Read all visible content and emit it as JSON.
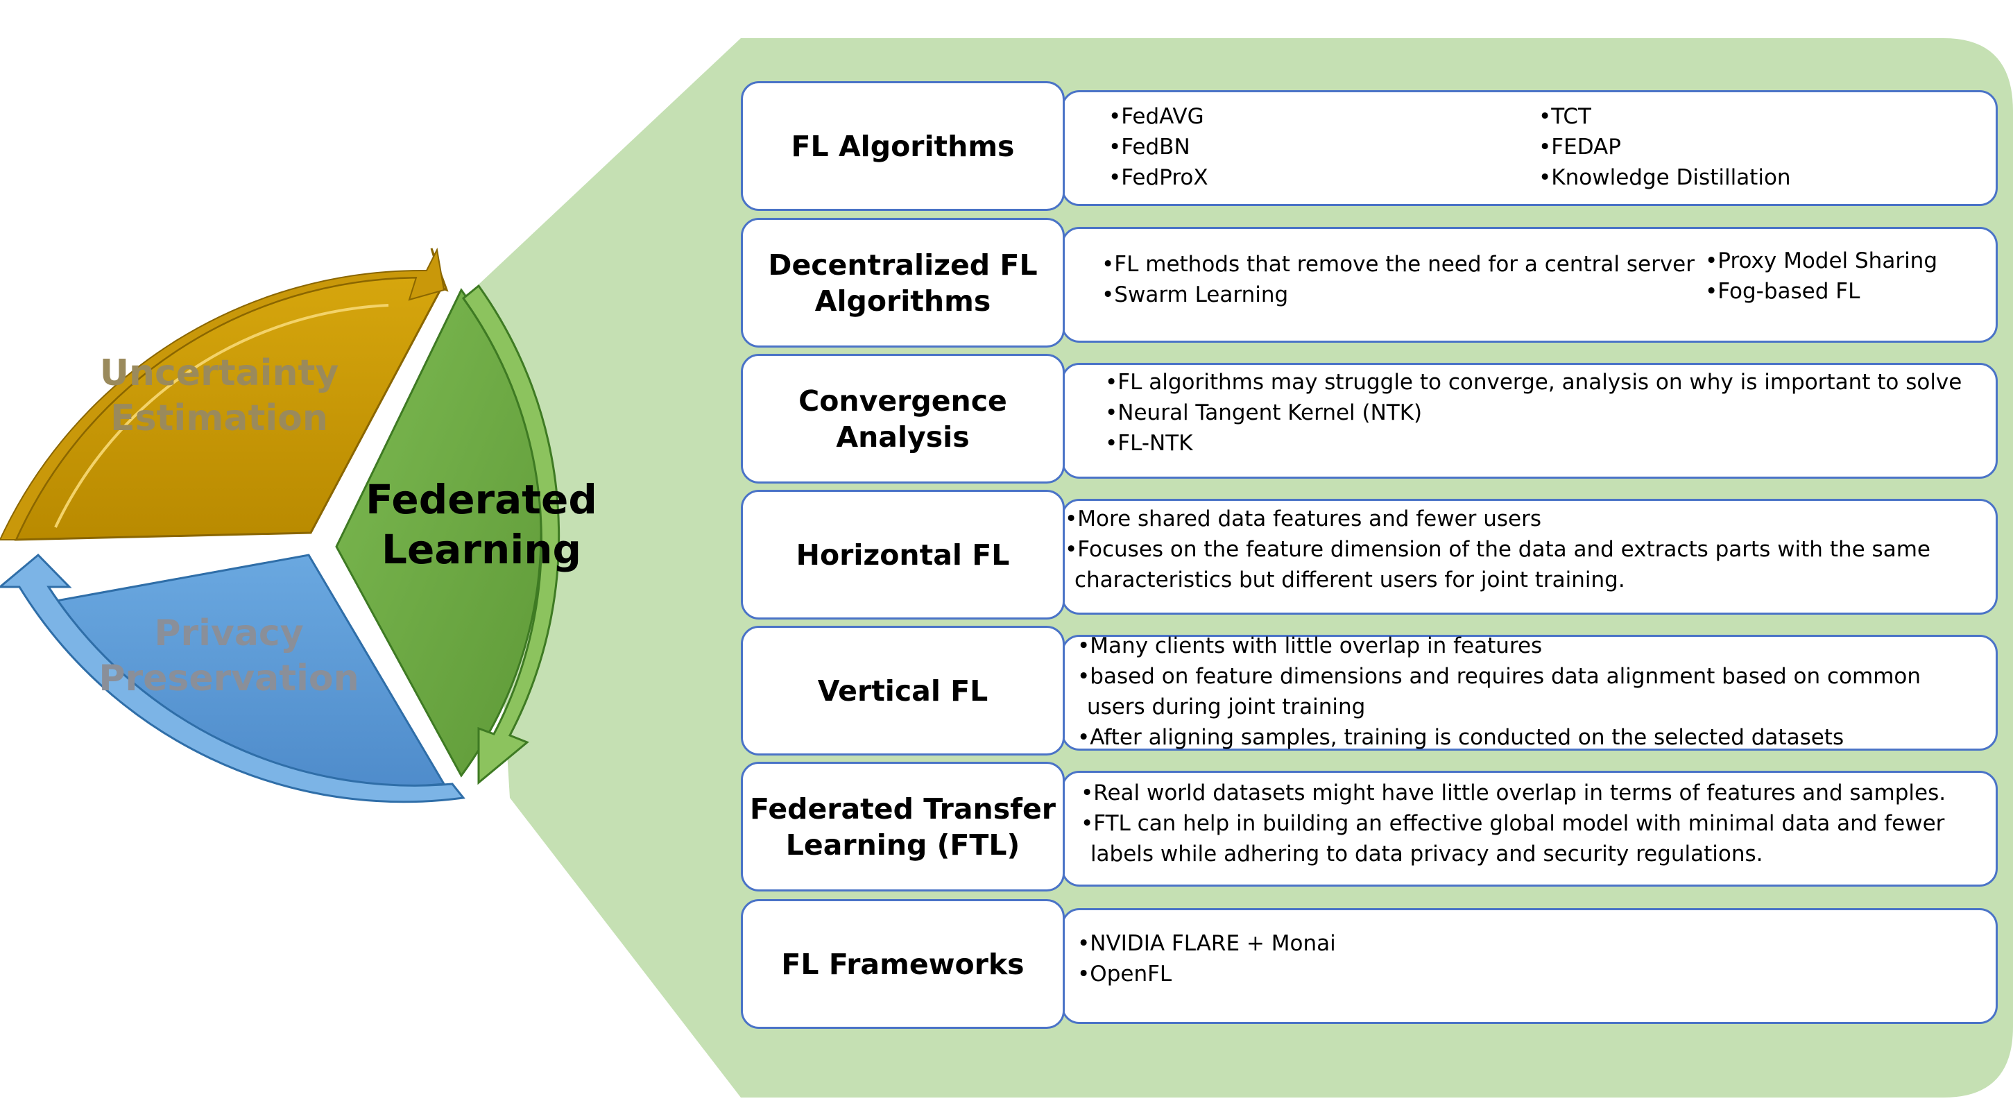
{
  "cycle": {
    "center_label_lines": [
      "Federated",
      "Learning"
    ],
    "segment_top_lines": [
      "Uncertainty",
      "Estimation"
    ],
    "segment_bottom_lines": [
      "Privacy",
      "Preservation"
    ],
    "colors": {
      "gold": "#c09000",
      "green": "#71ad47",
      "blue": "#5b9bd5",
      "panel": "#c5e0b3",
      "border": "#4a73c7"
    }
  },
  "rows": [
    {
      "title_lines": [
        "FL Algorithms"
      ],
      "col1": [
        "FedAVG",
        "FedBN",
        "FedProX"
      ],
      "col2": [
        "TCT",
        "FEDAP",
        "Knowledge Distillation"
      ]
    },
    {
      "title_lines": [
        "Decentralized FL",
        "Algorithms"
      ],
      "col1": [
        "FL methods that remove the need for a central server",
        "Swarm Learning"
      ],
      "col2": [
        "Proxy Model Sharing",
        "Fog-based FL"
      ]
    },
    {
      "title_lines": [
        "Convergence",
        "Analysis"
      ],
      "col1": [
        "FL algorithms may struggle to converge, analysis on why is important to solve",
        "Neural Tangent Kernel (NTK)",
        "FL-NTK"
      ],
      "col2": []
    },
    {
      "title_lines": [
        "Horizontal FL"
      ],
      "col1": [
        "More shared data features and fewer users",
        "Focuses on the feature dimension of the data and extracts parts with the same characteristics but different users for joint training."
      ],
      "col2": []
    },
    {
      "title_lines": [
        "Vertical FL"
      ],
      "col1": [
        "Many clients with little overlap in features",
        "based on feature dimensions and requires data alignment based on common users during joint training",
        "After aligning samples, training is conducted on the selected datasets"
      ],
      "col2": []
    },
    {
      "title_lines": [
        "Federated Transfer",
        "Learning (FTL)"
      ],
      "col1": [
        "Real world datasets might have little overlap in terms of features and samples.",
        "FTL can help in building an effective global model with minimal data and fewer labels while adhering to data privacy and security regulations."
      ],
      "col2": []
    },
    {
      "title_lines": [
        "FL Frameworks"
      ],
      "col1": [
        "NVIDIA FLARE + Monai",
        "OpenFL"
      ],
      "col2": []
    }
  ]
}
